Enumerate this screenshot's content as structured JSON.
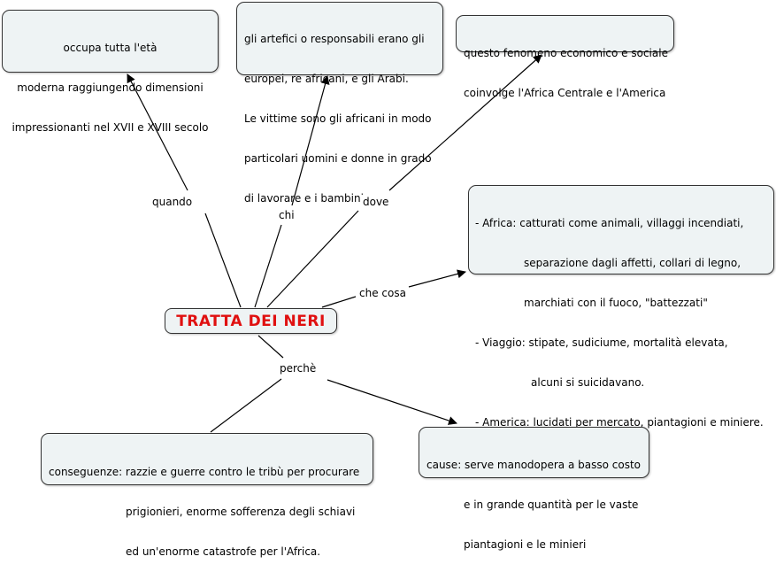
{
  "root": {
    "title": "TRATTA DEI NERI"
  },
  "nodes": {
    "quando": {
      "lines": [
        "occupa tutta l'età",
        "moderna raggiungendo dimensioni",
        "impressionanti nel XVII e XVIII secolo"
      ]
    },
    "chi": {
      "lines": [
        "gli artefici o responsabili erano gli",
        "europei, re africani, e gli Arabi.",
        "Le vittime sono gli africani in modo",
        "particolari uomini e donne in grado",
        "di lavorare e i bambini."
      ]
    },
    "dove": {
      "lines": [
        "questo fenomeno economico e sociale",
        "coinvolge l'Africa Centrale e l'America"
      ]
    },
    "che_cosa": {
      "lines": [
        "- Africa: catturati come animali, villaggi incendiati,",
        "separazione dagli affetti, collari di legno,",
        "marchiati con il fuoco, \"battezzati\"",
        "- Viaggio: stipate, sudiciume, mortalità elevata,",
        "alcuni si suicidavano.",
        "- America: lucidati per mercato, piantagioni e miniere."
      ]
    },
    "conseguenze": {
      "lines": [
        "conseguenze: razzie e guerre contro le tribù per procurare",
        "prigionieri, enorme sofferenza degli schiavi",
        "ed un'enorme catastrofe per l'Africa."
      ]
    },
    "cause": {
      "lines": [
        "cause: serve manodopera a basso costo",
        "e in grande quantità per le vaste",
        "piantagioni e le minieri"
      ]
    }
  },
  "links": {
    "quando": "quando",
    "chi": "chi",
    "dove": "dove",
    "che_cosa": "che cosa",
    "perche": "perchè"
  }
}
